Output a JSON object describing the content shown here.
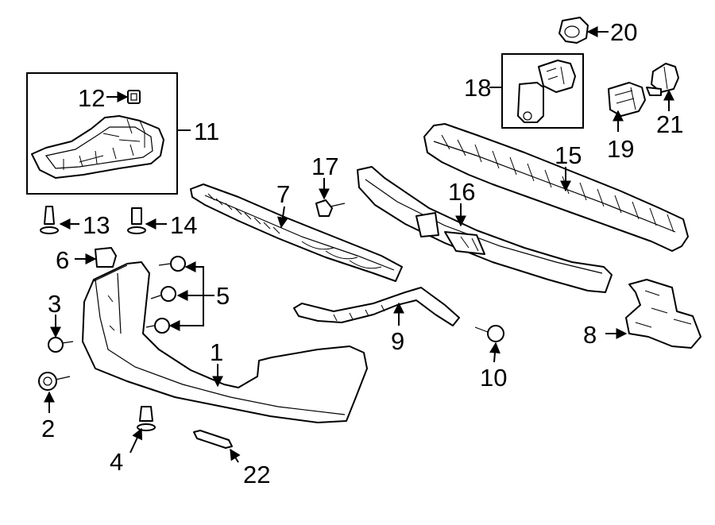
{
  "diagram": {
    "callouts": [
      "1",
      "2",
      "3",
      "4",
      "5",
      "6",
      "7",
      "8",
      "9",
      "10",
      "11",
      "12",
      "13",
      "14",
      "15",
      "16",
      "17",
      "18",
      "19",
      "20",
      "21",
      "22"
    ]
  }
}
